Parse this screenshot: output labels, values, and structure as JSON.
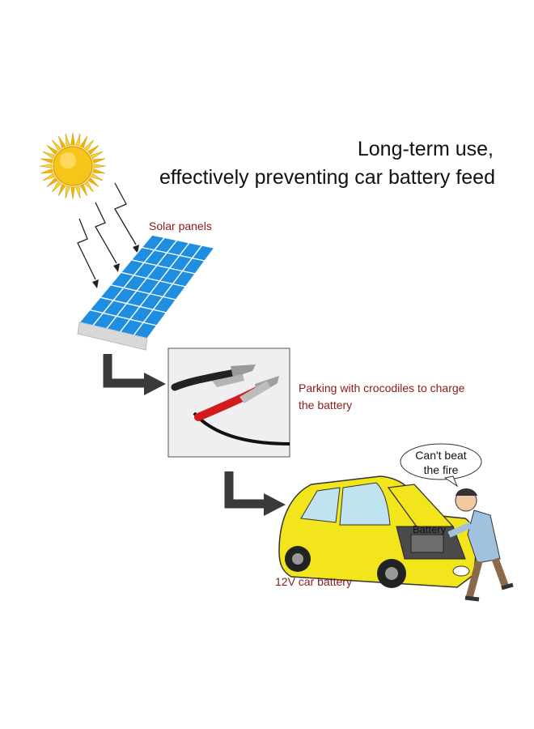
{
  "title": {
    "line1": "Long-term use,",
    "line2": "effectively preventing car battery feed"
  },
  "labels": {
    "solar_panels": "Solar panels",
    "parking_line1": "Parking with crocodiles to charge",
    "parking_line2": "the battery",
    "car_battery": "12V car battery",
    "battery": "Battery"
  },
  "speech_bubble": {
    "line1": "Can't beat",
    "line2": "the fire"
  },
  "colors": {
    "label_red": "#8b1a1a",
    "sun_yellow": "#f5c21b",
    "panel_blue": "#1f8ee0",
    "car_yellow": "#f2e51c",
    "arrow_dark": "#3a3a3a"
  }
}
